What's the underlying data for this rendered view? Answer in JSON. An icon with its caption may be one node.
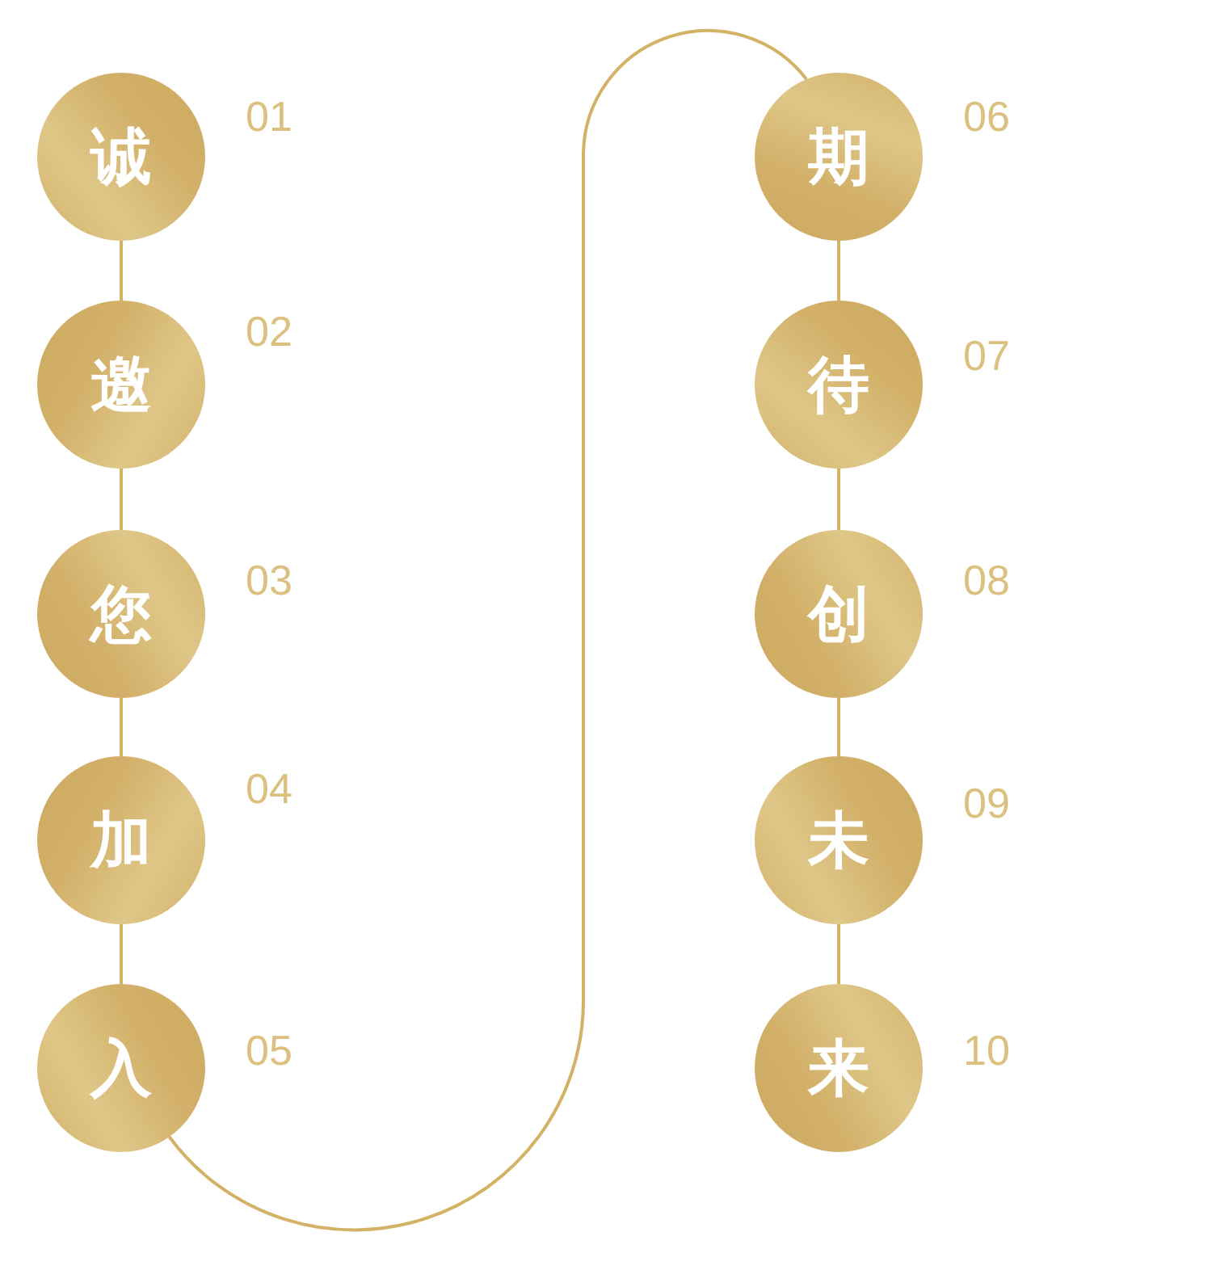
{
  "diagram": {
    "nodes": [
      {
        "text": [
          "诚"
        ],
        "beside": [
          "01"
        ]
      },
      {
        "text": [
          "邀"
        ],
        "beside": [
          "02"
        ]
      },
      {
        "text": [
          "您"
        ],
        "beside": [
          "03"
        ]
      },
      {
        "text": [
          "加"
        ],
        "beside": [
          "04"
        ]
      },
      {
        "text": [
          "入"
        ],
        "beside": [
          "05"
        ]
      },
      {
        "text": [
          "期"
        ],
        "beside": [
          "06"
        ]
      },
      {
        "text": [
          "待"
        ],
        "beside": [
          "07"
        ]
      },
      {
        "text": [
          "创"
        ],
        "beside": [
          "08"
        ]
      },
      {
        "text": [
          "未"
        ],
        "beside": [
          "09"
        ]
      },
      {
        "text": [
          "来"
        ],
        "beside": [
          "10"
        ]
      }
    ],
    "edges": [
      {
        "from": 0,
        "to": 1,
        "arrow": "none"
      },
      {
        "from": 1,
        "to": 2,
        "arrow": "none"
      },
      {
        "from": 2,
        "to": 3,
        "arrow": "none"
      },
      {
        "from": 3,
        "to": 4,
        "arrow": "none"
      },
      {
        "from": 4,
        "to": 5,
        "arrow": "none"
      },
      {
        "from": 5,
        "to": 6,
        "arrow": "none"
      },
      {
        "from": 6,
        "to": 7,
        "arrow": "none"
      },
      {
        "from": 7,
        "to": 8,
        "arrow": "none"
      },
      {
        "from": 8,
        "to": 9,
        "arrow": "none"
      }
    ]
  }
}
